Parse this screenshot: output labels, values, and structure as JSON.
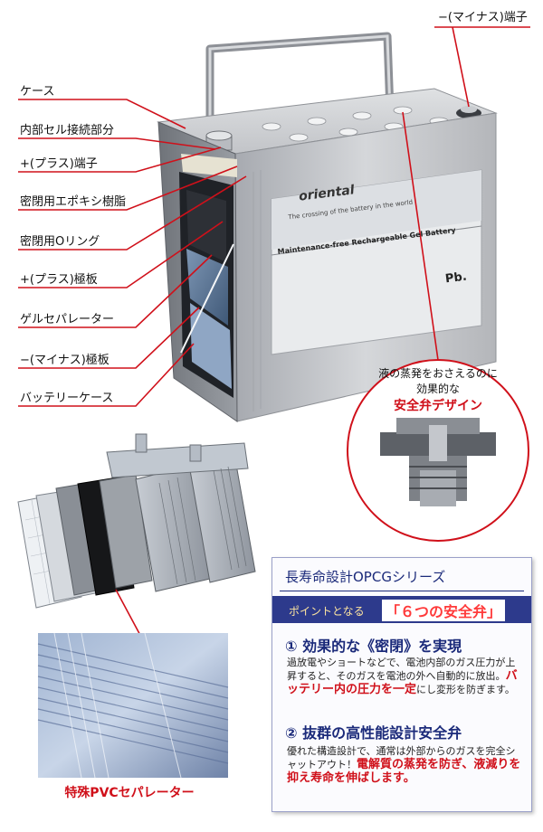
{
  "callouts": {
    "case": "ケース",
    "cell_connection": "内部セル接続部分",
    "plus_terminal": "+(プラス)端子",
    "epoxy": "密閉用エポキシ樹脂",
    "o_ring": "密閉用Oリング",
    "plus_plate": "+(プラス)極板",
    "gel_separator": "ゲルセパレーター",
    "minus_plate": "−(マイナス)極板",
    "battery_case": "バッテリーケース",
    "minus_terminal": "−(マイナス)端子"
  },
  "battery": {
    "brand": "oriental",
    "tagline": "The crossing of the battery in the world",
    "product": "Maintenance-free Rechargeable Gel Battery",
    "pb_mark": "Pb."
  },
  "valve_circle": {
    "line1": "液の蒸発をおさえるのに",
    "line2": "効果的な",
    "highlight": "安全弁デザイン"
  },
  "pvc_label": "特殊PVCセパレーター",
  "series_box": {
    "title": "長寿命設計OPCGシリーズ",
    "point_lead": "ポイントとなる",
    "point_highlight": "「６つの安全弁」",
    "feature1_title": "① 効果的な《密閉》を実現",
    "feature1_body_a": "過放電やショートなどで、電池内部のガス圧力が上昇すると、そのガスを電池の外へ自動的に放出。",
    "feature1_body_red": "バッテリー内の圧力を一定",
    "feature1_body_b": "にし変形を防ぎます。",
    "feature2_title": "② 抜群の高性能設計安全弁",
    "feature2_body_a": "優れた構造設計で、通常は外部からのガスを完全シャットアウト！",
    "feature2_body_red": "電解質の蒸発を防ぎ、液減りを抑え寿命を伸ばします。"
  },
  "colors": {
    "accent_red": "#d0101a",
    "navy": "#1b2a7a",
    "band": "#2d3a8c"
  }
}
